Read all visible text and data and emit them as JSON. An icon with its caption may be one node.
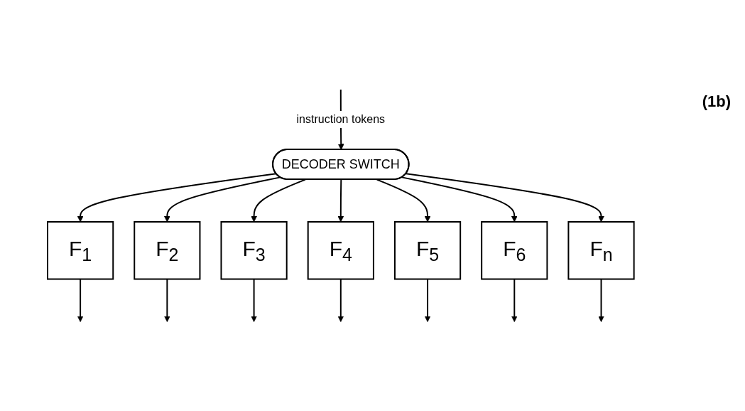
{
  "diagram": {
    "nodes": [
      {
        "text": [
          "DECODER SWITCH"
        ]
      },
      {
        "text": [
          "F$_{1}$"
        ]
      },
      {
        "text": [
          "F$_{2}$"
        ]
      },
      {
        "text": [
          "F$_{3}$"
        ]
      },
      {
        "text": [
          "F$_{4}$"
        ]
      },
      {
        "text": [
          "F$_{5}$"
        ]
      },
      {
        "text": [
          "F$_{6}$"
        ]
      },
      {
        "text": [
          "F$_{n}$"
        ]
      }
    ],
    "edges": [
      {
        "from": null,
        "to": 0,
        "arrow": "to",
        "label": "instruction tokens"
      },
      {
        "from": 0,
        "to": 1,
        "arrow": "to"
      },
      {
        "from": 0,
        "to": 2,
        "arrow": "to"
      },
      {
        "from": 0,
        "to": 3,
        "arrow": "to"
      },
      {
        "from": 0,
        "to": 4,
        "arrow": "to"
      },
      {
        "from": 0,
        "to": 5,
        "arrow": "to"
      },
      {
        "from": 0,
        "to": 6,
        "arrow": "to"
      },
      {
        "from": 0,
        "to": 7,
        "arrow": "to"
      },
      {
        "from": 1,
        "to": null,
        "arrow": "to"
      },
      {
        "from": 2,
        "to": null,
        "arrow": "to"
      },
      {
        "from": 3,
        "to": null,
        "arrow": "to"
      },
      {
        "from": 4,
        "to": null,
        "arrow": "to"
      },
      {
        "from": 5,
        "to": null,
        "arrow": "to"
      },
      {
        "from": 6,
        "to": null,
        "arrow": "to"
      },
      {
        "from": 7,
        "to": null,
        "arrow": "to"
      }
    ],
    "labels": [
      "(1b)"
    ]
  }
}
